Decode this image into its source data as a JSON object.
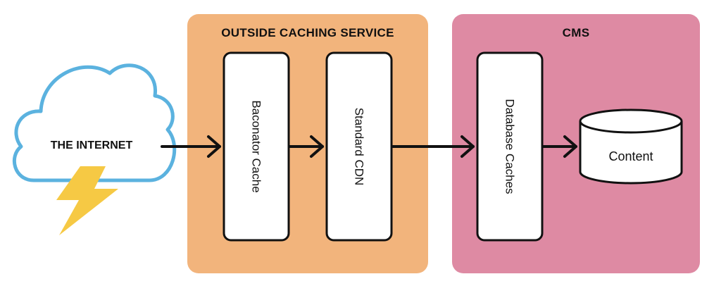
{
  "colors": {
    "outside_panel": "#F2B47C",
    "cms_panel": "#DE8AA3",
    "cloud_stroke": "#5BB2DF",
    "lightning": "#F6C944",
    "box_fill": "#FFFFFF",
    "stroke": "#111111"
  },
  "internet": {
    "label": "THE INTERNET",
    "cloud_icon": "cloud-icon",
    "lightning_icon": "lightning-bolt-icon"
  },
  "outside_caching_service": {
    "title": "OUTSIDE CACHING SERVICE",
    "components": [
      {
        "label": "Baconator Cache"
      },
      {
        "label": "Standard CDN"
      }
    ]
  },
  "cms": {
    "title": "CMS",
    "components": [
      {
        "label": "Database Caches"
      }
    ],
    "storage": {
      "label": "Content",
      "icon": "database-cylinder-icon"
    }
  },
  "flow": [
    {
      "from": "THE INTERNET",
      "to": "Baconator Cache"
    },
    {
      "from": "Baconator Cache",
      "to": "Standard CDN"
    },
    {
      "from": "Standard CDN",
      "to": "Database Caches"
    },
    {
      "from": "Database Caches",
      "to": "Content"
    }
  ]
}
